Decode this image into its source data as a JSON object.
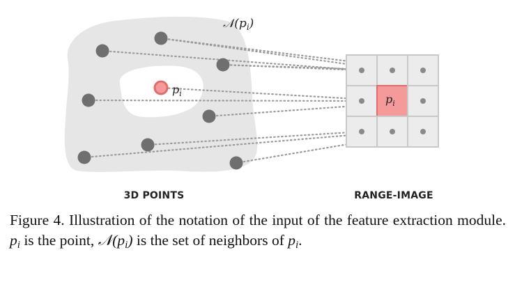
{
  "diagram": {
    "neighborhood_label": "𝒩(p",
    "neighborhood_label_sub": "i",
    "neighborhood_label_close": ")",
    "point_label": "p",
    "point_label_sub": "i",
    "cell_label": "p",
    "cell_label_sub": "i",
    "left_panel_label": "3D POINTS",
    "right_panel_label": "RANGE-IMAGE",
    "colors": {
      "blob": "#e6e6e6",
      "hole": "#ffffff",
      "point": "#6f6f6f",
      "highlight_fill": "#f59a9a",
      "highlight_stroke": "#e06c6c",
      "grid_cell": "#ececec",
      "grid_stroke": "#c8c8c8",
      "dotted_line": "#9a9a9a"
    }
  },
  "caption": {
    "prefix": "Figure 4. Illustration of the notation of the input of the feature extraction module.",
    "point_var": "p",
    "point_sub": "i",
    "middle": "is the point,",
    "neigh_var": "𝒩(p",
    "neigh_sub": "i",
    "neigh_close": ")",
    "rest": "is the set of neighbors of",
    "end_var": "p",
    "end_sub": "i",
    "end_punct": "."
  }
}
